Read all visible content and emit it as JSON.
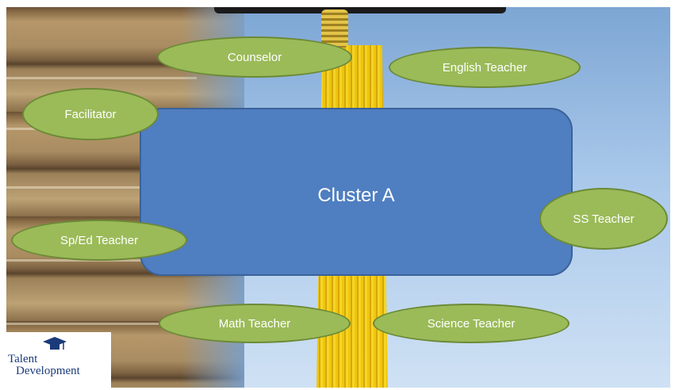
{
  "diagram": {
    "center": {
      "label": "Cluster A"
    },
    "roles": {
      "counselor": "Counselor",
      "english_teacher": "English Teacher",
      "facilitator": "Facilitator",
      "ss_teacher": "SS Teacher",
      "sped_teacher": "Sp/Ed Teacher",
      "math_teacher": "Math Teacher",
      "science_teacher": "Science Teacher"
    },
    "colors": {
      "center_fill": "#4f7ec1",
      "role_fill": "#9bbb59",
      "role_border": "#6c8a36"
    }
  },
  "logo": {
    "line1": "Talent",
    "line2": "Development"
  }
}
